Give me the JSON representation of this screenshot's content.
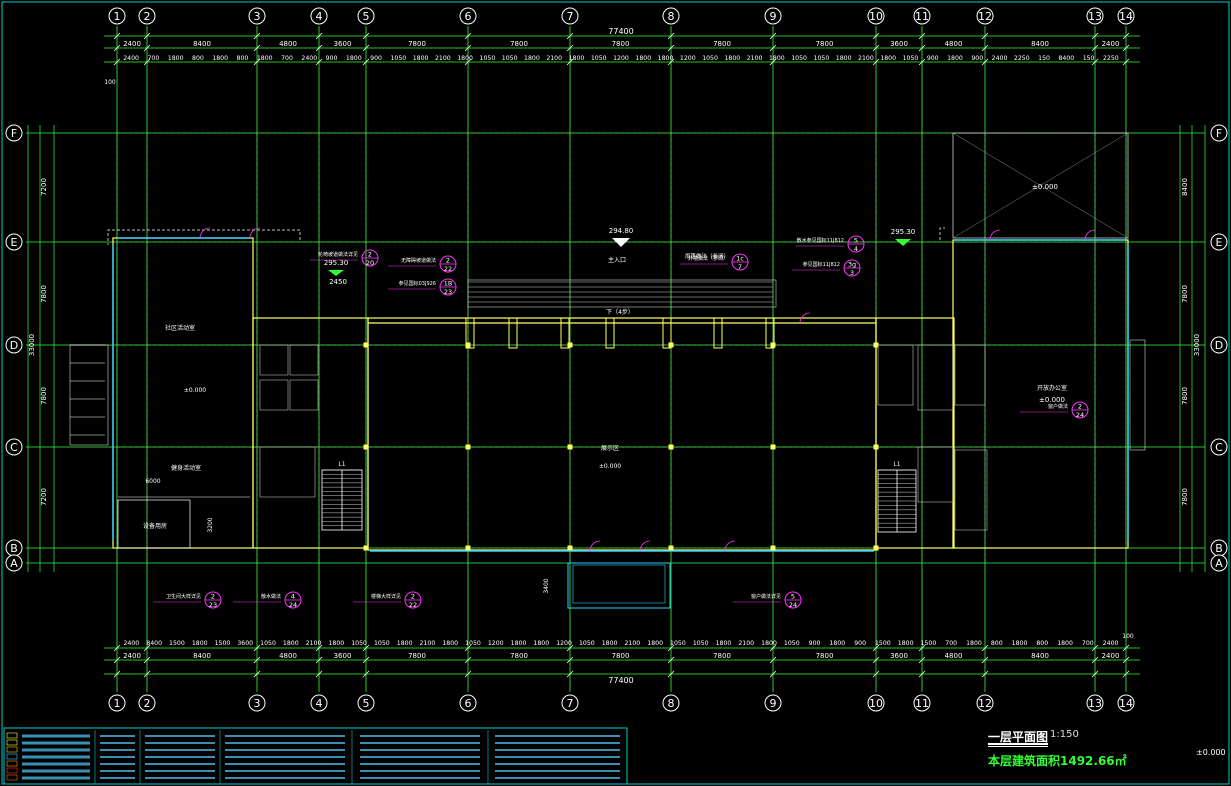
{
  "drawing": {
    "title": "一层平面图",
    "scale": "1:150",
    "area_note": "本层建筑面积1492.66㎡",
    "corner_elevation": "±0.000"
  },
  "colors": {
    "background": "#000000",
    "axis_line": "#33ff33",
    "axis_bubble": "#ffffff",
    "wall": "#ffff66",
    "window": "#33ccff",
    "door_magenta": "#ff33ff",
    "grid_dim": "#aaaaaa",
    "frame": "#00cccc"
  },
  "axes": {
    "columns": [
      "1",
      "2",
      "3",
      "4",
      "5",
      "6",
      "7",
      "8",
      "9",
      "10",
      "11",
      "12",
      "13",
      "14"
    ],
    "rows_left": [
      "F",
      "E",
      "D",
      "C",
      "B",
      "A"
    ]
  },
  "dimensions": {
    "top_overall": "77400",
    "top_row1": [
      "2400",
      "8400",
      "4800",
      "3600",
      "7800",
      "7800",
      "7800",
      "7800",
      "7800",
      "3600",
      "4800",
      "8400",
      "2400"
    ],
    "top_row2": [
      "2400",
      "700",
      "1800",
      "800",
      "1800",
      "800",
      "1800",
      "700",
      "2400",
      "900",
      "1800",
      "900",
      "1050",
      "1800",
      "2100",
      "1800",
      "1050",
      "1050",
      "1800",
      "2100",
      "1800",
      "1050",
      "1200",
      "1800",
      "1800",
      "1200",
      "1050",
      "1800",
      "2100",
      "1800",
      "1050",
      "1050",
      "1800",
      "2100",
      "1800",
      "1050",
      "900",
      "1800",
      "900",
      "2400",
      "2250",
      "150",
      "8400",
      "150",
      "2250"
    ],
    "bottom_row1": [
      "2400",
      "8400",
      "1500",
      "1800",
      "1500",
      "3600",
      "1050",
      "1800",
      "2100",
      "1800",
      "1050",
      "1050",
      "1800",
      "2100",
      "1800",
      "1050",
      "1200",
      "1800",
      "1800",
      "1200",
      "1050",
      "1800",
      "2100",
      "1800",
      "1050",
      "1050",
      "1800",
      "2100",
      "1800",
      "1050",
      "900",
      "1800",
      "900",
      "1500",
      "1800",
      "1500",
      "700",
      "1800",
      "800",
      "1800",
      "800",
      "1800",
      "700",
      "2400"
    ],
    "bottom_row2": [
      "2400",
      "8400",
      "4800",
      "3600",
      "7800",
      "7800",
      "7800",
      "7800",
      "7800",
      "3600",
      "4800",
      "8400",
      "2400"
    ],
    "bottom_overall": "77400",
    "left_overall": "33000",
    "right_overall": "33000",
    "left_bays": [
      "7200",
      "7800",
      "7800",
      "7200"
    ],
    "right_bays": [
      "8400",
      "7800",
      "7800",
      "7800"
    ],
    "small_100": "100"
  },
  "labels": {
    "entrance": "主入口",
    "elev_entrance": "294.80",
    "elev_east": "295.30",
    "elev_west": "295.30",
    "lobby": "展示区",
    "lobby_elev": "±0.000",
    "west_hall": "社区活动室",
    "west_hall_elev": "±0.000",
    "west_room2": "健身活动室",
    "west_room3": "设备用房",
    "east_hall": "开放办公室",
    "east_hall_elev": "±0.000",
    "east_top_elev": "±0.000",
    "stair_w_label": "L1",
    "stair_e_label": "L1",
    "canopy_note": "雨篷做法（参阅）",
    "steps_note": "下（4步）",
    "dim_2450": "2450",
    "dim_6000": "6000",
    "dim_3400": "3400",
    "dim_3200": "3200"
  },
  "callouts": [
    {
      "num": "2",
      "den": "20",
      "text": "轮椅坡道做法详见"
    },
    {
      "num": "2",
      "den": "22",
      "text": "无障碍坡道做法"
    },
    {
      "num": "1B",
      "den": "23",
      "text": "参见国标03J926"
    },
    {
      "num": "1c",
      "den": "7",
      "text": "外墙做法（参阅）"
    },
    {
      "num": "5",
      "den": "4",
      "text": "散水参见国标11J812"
    },
    {
      "num": "3g",
      "den": "3",
      "text": "参见国标11J812"
    },
    {
      "num": "2",
      "den": "24",
      "text": "窗户做法"
    },
    {
      "num": "2",
      "den": "23",
      "text": "卫生间大样详见"
    },
    {
      "num": "4",
      "den": "24",
      "text": "散水做法"
    },
    {
      "num": "2",
      "den": "22",
      "text": "楼梯大样详见"
    },
    {
      "num": "5",
      "den": "24",
      "text": "窗户做法详见"
    }
  ],
  "legend": {
    "rows": 7
  }
}
